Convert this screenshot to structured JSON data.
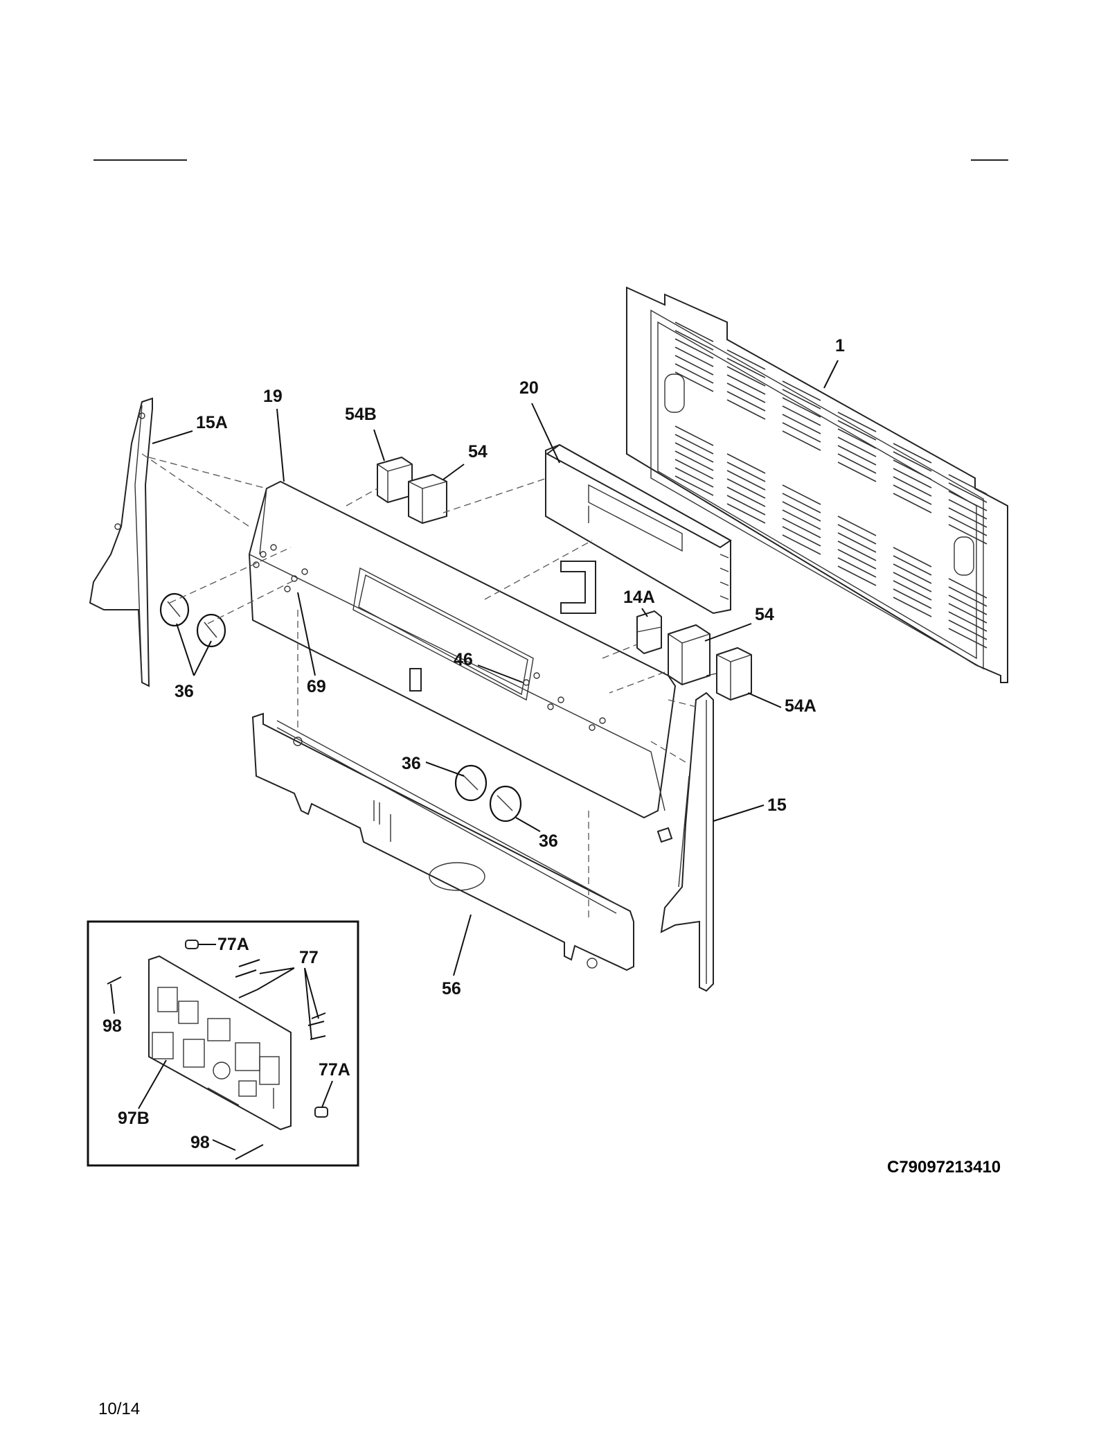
{
  "drawing_code": "C79097213410",
  "page_date": "10/14",
  "callouts": {
    "c1": "1",
    "c19": "19",
    "c20": "20",
    "c54b": "54B",
    "c54_top": "54",
    "c15a": "15A",
    "c14a": "14A",
    "c54_mid": "54",
    "c54a": "54A",
    "c46": "46",
    "c69": "69",
    "c36_left": "36",
    "c36_mid": "36",
    "c36_right": "36",
    "c15": "15",
    "c56": "56",
    "c77a_top": "77A",
    "c77": "77",
    "c98_left": "98",
    "c77a_bot": "77A",
    "c97b": "97B",
    "c98_bot": "98"
  }
}
